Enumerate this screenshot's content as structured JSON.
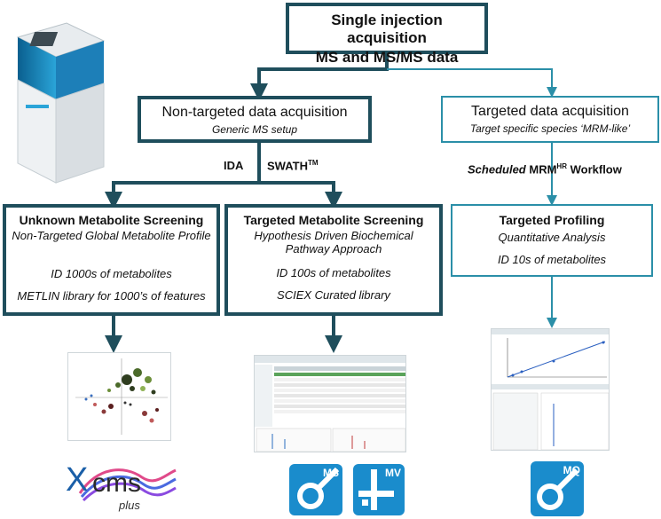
{
  "top_box": {
    "line1": "Single injection acquisition",
    "line2": "MS and MS/MS data"
  },
  "non_targeted": {
    "title": "Non-targeted data acquisition",
    "subtitle": "Generic MS setup"
  },
  "targeted": {
    "title": "Targeted data acquisition",
    "subtitle": "Target specific species ‘MRM-like’"
  },
  "mode_labels": {
    "ida": "IDA",
    "swath": "SWATH",
    "swath_sup": "TM"
  },
  "mrm_label": {
    "italic": "Scheduled",
    "main": " MRM",
    "sup": "HR",
    "tail": " Workflow"
  },
  "unknown": {
    "title": "Unknown Metabolite Screening",
    "subtitle": "Non-Targeted Global Metabolite Profile",
    "line1": "ID 1000s of metabolites",
    "line2": "METLIN library for 1000’s of features"
  },
  "targeted_screen": {
    "title": "Targeted Metabolite Screening",
    "subtitle": "Hypothesis Driven Biochemical Pathway Approach",
    "line1": "ID 100s of metabolites",
    "line2": "SCIEX Curated library"
  },
  "profiling": {
    "title": "Targeted Profiling",
    "subtitle": "Quantitative Analysis",
    "line1": "ID 10s of metabolites"
  },
  "logos": {
    "xcms_x": "X",
    "xcms_rest": "cms",
    "xcms_plus": "plus",
    "ms": "MS",
    "mv": "MV",
    "mq": "MQ"
  },
  "colors": {
    "dark": "#1f4e5c",
    "light": "#2b8fa8",
    "logo_blue": "#1a8ccc"
  }
}
